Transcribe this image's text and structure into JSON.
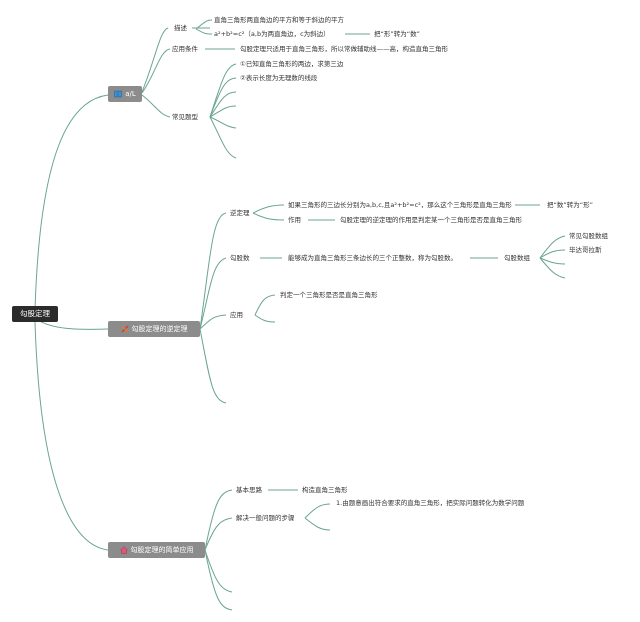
{
  "root": "勾股定理",
  "branch1": {
    "label": "a/L",
    "nodes": {
      "describe": "描述",
      "describe_1": "直角三角形两直角边的平方和等于斜边的平方",
      "describe_2": "a²+b²=c²（a,b为两直角边，c为斜边）",
      "describe_2_child": "把“形”转为“数”",
      "condition": "应用条件",
      "condition_1": "勾股定理只适用于直角三角形，所以常做辅助线——高，构造直角三角形",
      "common": "常见题型",
      "common_1": "①已知直角三角形的两边，求第三边",
      "common_2": "②表示长度为无理数的线段"
    }
  },
  "branch2": {
    "label": "勾股定理的逆定理",
    "nodes": {
      "converse": "逆定理",
      "converse_1": "如果三角形的三边长分别为a,b,c,且a²+b²=c²，那么这个三角形是直角三角形",
      "converse_1_child": "把“数”转为“形”",
      "use": "作用",
      "use_1": "勾股定理的逆定理的作用是判定某一个三角形是否是直角三角形",
      "triple": "勾股数",
      "triple_1": "能够成为直角三角形三条边长的三个正整数，称为勾股数。",
      "triple_group": "勾股数组",
      "triple_g1": "常见勾股数组",
      "triple_g2": "毕达哥拉斯",
      "apply": "应用",
      "apply_1": "判定一个三角形是否是直角三角形"
    }
  },
  "branch3": {
    "label": "勾股定理的简单应用",
    "nodes": {
      "basic": "基本思路",
      "basic_1": "构造直角三角形",
      "steps": "解决一般问题的步骤",
      "steps_1": "1.由题意画出符合要求的直角三角形，把实际问题转化为数学问题"
    }
  },
  "colors": {
    "line": "#6aa58e",
    "box": "#8c8c8c",
    "root": "#2b2b2b"
  }
}
